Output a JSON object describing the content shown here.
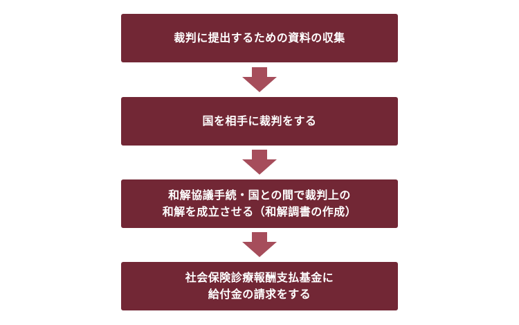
{
  "colors": {
    "box": "#722735",
    "arrow": "#a64d5b",
    "text": "#ffffff"
  },
  "steps": [
    {
      "lines": [
        "裁判に提出するための資料の収集"
      ]
    },
    {
      "lines": [
        "国を相手に裁判をする"
      ]
    },
    {
      "lines": [
        "和解協議手続・国との間で裁判上の",
        "和解を成立させる（和解調書の作成）"
      ]
    },
    {
      "lines": [
        "社会保険診療報酬支払基金に",
        "給付金の請求をする"
      ]
    }
  ]
}
